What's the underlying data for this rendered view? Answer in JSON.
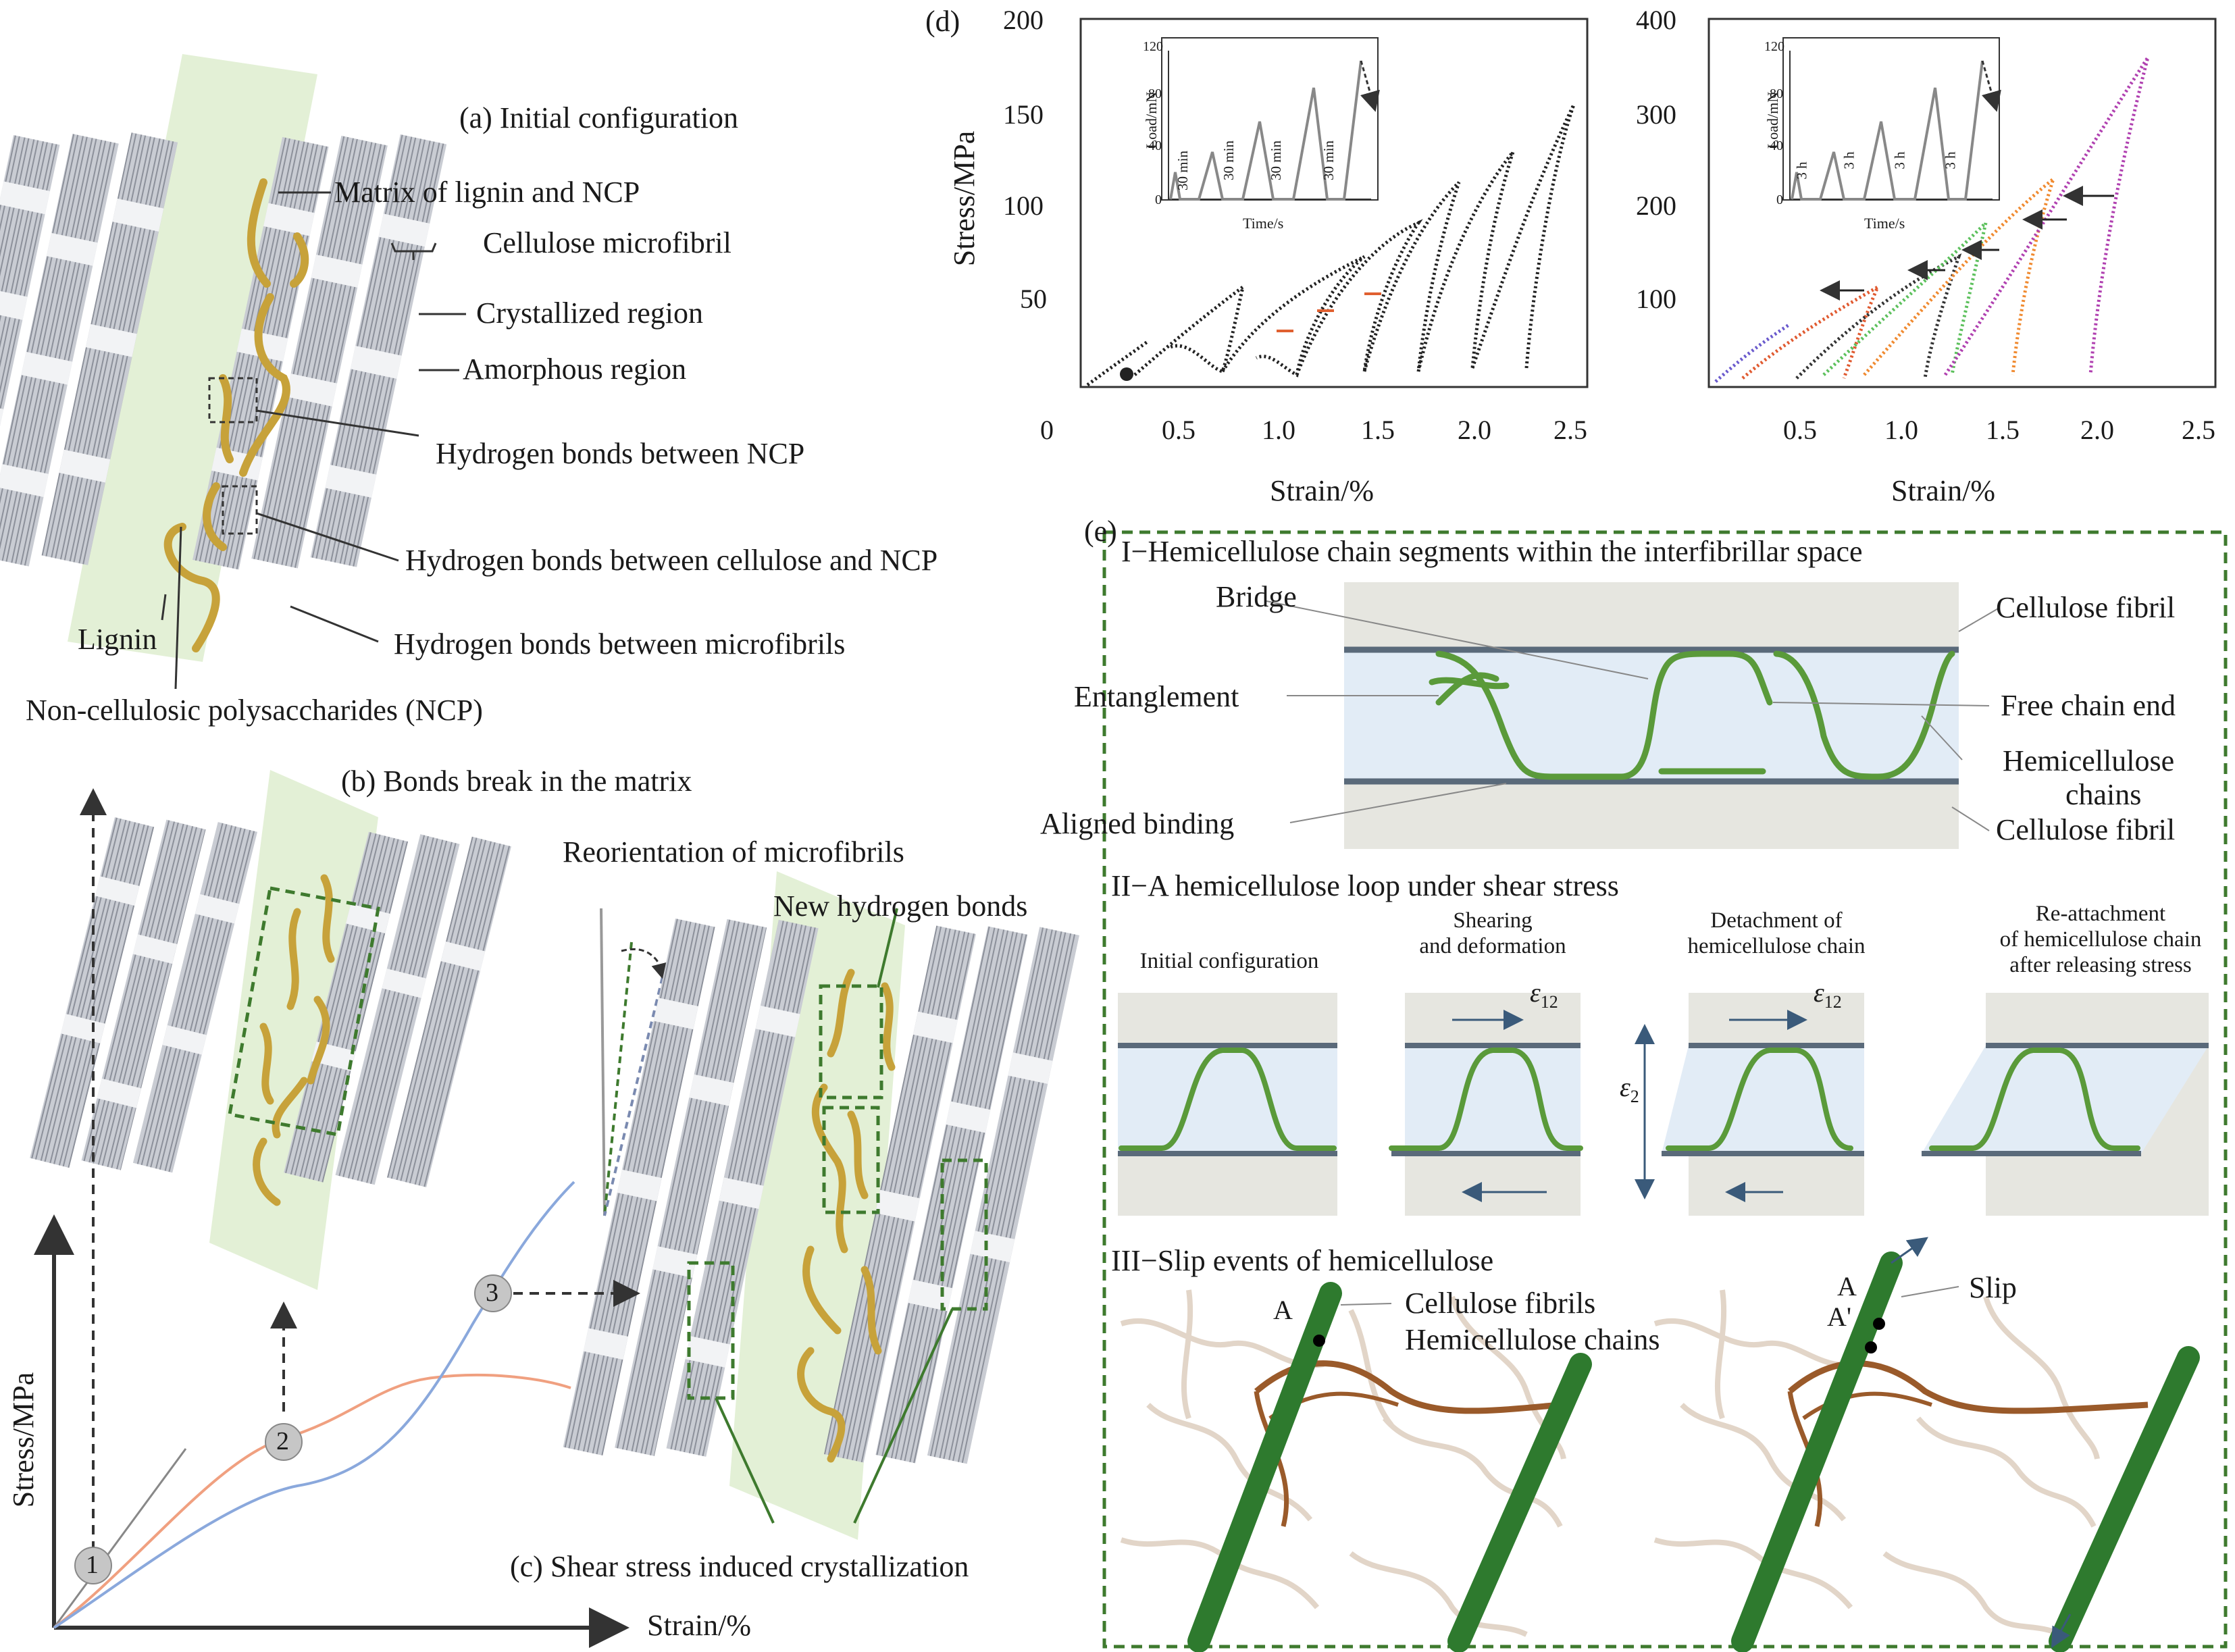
{
  "panel_a": {
    "title": "(a)  Initial configuration",
    "labels": {
      "matrix": "Matrix of lignin and NCP",
      "microfibril": "Cellulose microfibril",
      "crystallized": "Crystallized region",
      "amorphous": "Amorphous region",
      "hb_ncp": "Hydrogen bonds between NCP",
      "hb_cell_ncp": "Hydrogen bonds between cellulose and NCP",
      "hb_micro": "Hydrogen bonds between microfibrils",
      "lignin": "Lignin",
      "ncp": "Non-cellulosic polysaccharides (NCP)"
    }
  },
  "panel_b": {
    "title": "(b)  Bonds break in the matrix",
    "reorientation": "Reorientation of microfibrils",
    "new_bonds": "New hydrogen bonds"
  },
  "panel_c": {
    "title": "(c)  Shear stress induced crystallization",
    "ylabel": "Stress/MPa",
    "xlabel": "Strain/%",
    "points": [
      "1",
      "2",
      "3"
    ],
    "colors": {
      "orange": "#f0a080",
      "blue": "#8aa8dc"
    }
  },
  "panel_d": {
    "tag": "(d)",
    "ylabel": "Stress/MPa",
    "xlabel": "Strain/%",
    "left_yticks": [
      "200",
      "150",
      "100",
      "50",
      "0"
    ],
    "right_yticks": [
      "400",
      "300",
      "200",
      "100"
    ],
    "xticks": [
      "0.5",
      "1.0",
      "1.5",
      "2.0",
      "2.5"
    ],
    "inset_ylabel": "Load/mN",
    "inset_xlabel": "Time/s",
    "inset_yticks": [
      "120",
      "80",
      "40",
      "0"
    ],
    "left_holds": [
      "30 min",
      "30 min",
      "30 min",
      "30 min"
    ],
    "right_holds": [
      "3 h",
      "3 h",
      "3 h",
      "3 h"
    ]
  },
  "panel_e": {
    "tag": "(e)",
    "section1": {
      "title": "I−Hemicellulose chain segments within the interfibrillar space",
      "bridge": "Bridge",
      "entanglement": "Entanglement",
      "aligned": "Aligned binding",
      "fibril_top": "Cellulose fibril",
      "free_end": "Free chain end",
      "hemi1": "Hemicellulose",
      "hemi2": "chains",
      "fibril_bottom": "Cellulose fibril"
    },
    "section2": {
      "title": "II−A hemicellulose loop under shear stress",
      "initial": "Initial configuration",
      "shear1": "Shearing",
      "shear2": "and deformation",
      "detach1": "Detachment of",
      "detach2": "hemicellulose chain",
      "reattach1": "Re-attachment",
      "reattach2": "of hemicellulose chain",
      "reattach3": "after releasing stress"
    },
    "section3": {
      "title": "III−Slip events of hemicellulose",
      "fibrils": "Cellulose fibrils",
      "chains": "Hemicellulose chains",
      "slip": "Slip",
      "point_a": "A",
      "point_a2": "A",
      "point_a3": "A'"
    }
  }
}
